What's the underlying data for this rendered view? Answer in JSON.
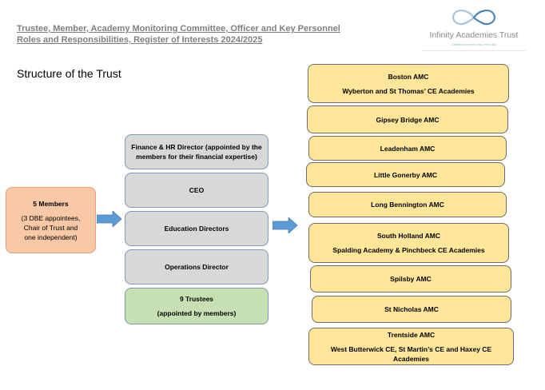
{
  "header": {
    "title_line1": "Trustee, Member, Academy Monitoring Committee, Officer and Key Personnel",
    "title_line2": "Roles and Responsibilities, Register of Interests 2024/2025",
    "logo_name": "Infinity Academies Trust",
    "logo_tagline": "Ambitious for every child, every day",
    "colors": {
      "title": "#7f7f7f",
      "logo_blue": "#4a86b8",
      "logo_light": "#a9c4dc"
    }
  },
  "section_title": "Structure of the Trust",
  "members": {
    "heading": "5 Members",
    "detail_line1": "(3 DBE appointees,",
    "detail_line2": "Chair of Trust and",
    "detail_line3": "one independent)"
  },
  "central": [
    {
      "line1": "Finance & HR Director (appointed by the",
      "line2": "members for their financial expertise)"
    },
    {
      "line1": "CEO"
    },
    {
      "line1": "Education Directors"
    },
    {
      "line1": "Operations Director"
    }
  ],
  "trustees": {
    "line1": "9 Trustees",
    "line2": "(appointed by members)"
  },
  "amcs": [
    {
      "name": "Boston AMC",
      "schools": "Wyberton and St Thomas’ CE Academies"
    },
    {
      "name": "Gipsey Bridge AMC"
    },
    {
      "name": "Leadenham AMC"
    },
    {
      "name": "Little Gonerby AMC"
    },
    {
      "name": "Long Bennington AMC"
    },
    {
      "name": "South Holland AMC",
      "schools": "Spalding Academy & Pinchbeck CE Academies"
    },
    {
      "name": "Spilsby AMC"
    },
    {
      "name": "St Nicholas AMC"
    },
    {
      "name": "Trentside AMC",
      "schools": "West Butterwick CE, St Martin’s CE and Haxey CE Academies"
    }
  ],
  "colors": {
    "members_fill": "#f9c8a7",
    "grey_fill": "#d8d8d8",
    "green_fill": "#c6e0b4",
    "yellow_fill": "#ffe699",
    "arrow_fill": "#5b9bd5"
  }
}
